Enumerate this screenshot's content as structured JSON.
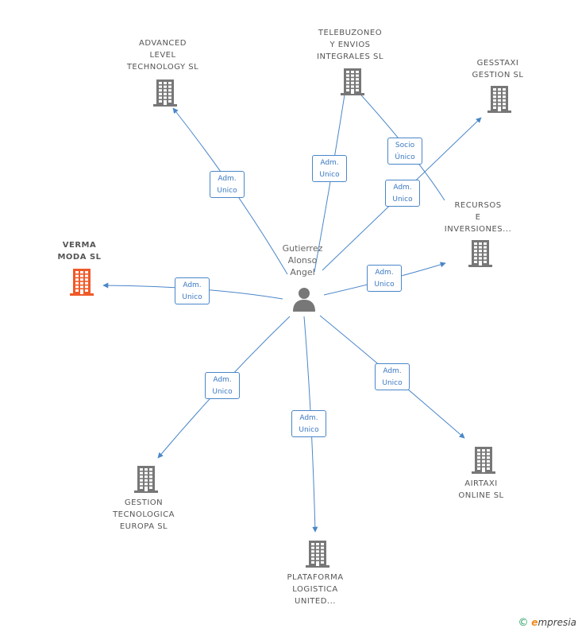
{
  "center": {
    "name": "Gutierrez\nAlonso\nAngel"
  },
  "nodes": [
    {
      "id": "advanced",
      "label": "ADVANCED\nLEVEL\nTECHNOLOGY SL",
      "highlight": false
    },
    {
      "id": "telebuzoneo",
      "label": "TELEBUZONEO\nY ENVIOS\nINTEGRALES SL",
      "highlight": false
    },
    {
      "id": "gesstaxi",
      "label": "GESSTAXI\nGESTION SL",
      "highlight": false
    },
    {
      "id": "recursos",
      "label": "RECURSOS\nE\nINVERSIONES...",
      "highlight": false
    },
    {
      "id": "verma",
      "label": "VERMA\nMODA SL",
      "highlight": true
    },
    {
      "id": "airtaxi",
      "label": "AIRTAXI\nONLINE SL",
      "highlight": false
    },
    {
      "id": "gestion",
      "label": "GESTION\nTECNOLOGICA\nEUROPA SL",
      "highlight": false
    },
    {
      "id": "plataforma",
      "label": "PLATAFORMA\nLOGISTICA\nUNITED...",
      "highlight": false
    }
  ],
  "edges": [
    {
      "to": "advanced",
      "label": "Adm.\nUnico"
    },
    {
      "to": "telebuzoneo",
      "label": "Adm.\nUnico"
    },
    {
      "to": "gesstaxi",
      "label": "Adm.\nUnico"
    },
    {
      "to": "telebuzoneo",
      "from": "recursos",
      "label": "Socio\nÚnico"
    },
    {
      "to": "recursos",
      "label": "Adm.\nUnico"
    },
    {
      "to": "verma",
      "label": "Adm.\nUnico"
    },
    {
      "to": "airtaxi",
      "label": "Adm.\nUnico"
    },
    {
      "to": "gestion",
      "label": "Adm.\nUnico"
    },
    {
      "to": "plataforma",
      "label": "Adm.\nUnico"
    }
  ],
  "colors": {
    "edge": "#4a86c8",
    "building": "#777777",
    "highlight": "#f05a28"
  },
  "footer": {
    "copyright": "©",
    "brand_e": "e",
    "brand_rest": "mpresia"
  }
}
